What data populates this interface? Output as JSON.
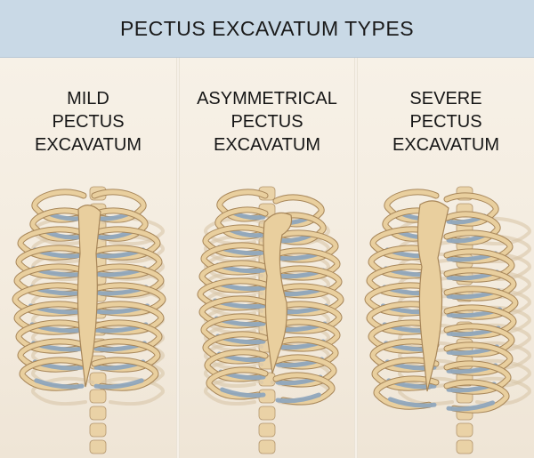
{
  "header": {
    "title": "PECTUS EXCAVATUM TYPES"
  },
  "panels": [
    {
      "label_lines": [
        "MILD",
        "PECTUS",
        "EXCAVATUM"
      ],
      "illustration_icon": "rib-cage-mild-icon"
    },
    {
      "label_lines": [
        "ASYMMETRICAL",
        "PECTUS",
        "EXCAVATUM"
      ],
      "illustration_icon": "rib-cage-asymmetrical-icon"
    },
    {
      "label_lines": [
        "SEVERE",
        "PECTUS",
        "EXCAVATUM"
      ],
      "illustration_icon": "rib-cage-severe-icon"
    }
  ],
  "colors": {
    "header_bg": "#c9d9e6",
    "panel_bg": "#f3ebde",
    "bone": "#e9cf9e",
    "bone_outline": "#a8875a",
    "cartilage": "#8fa6bd",
    "cartilage_outline": "#6f859b"
  }
}
